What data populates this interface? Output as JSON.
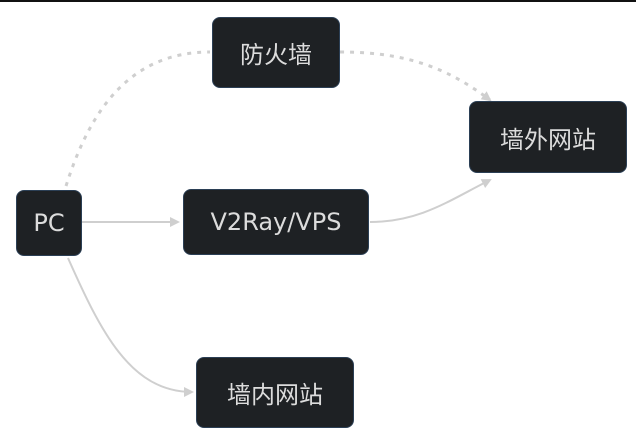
{
  "diagram": {
    "nodes": {
      "pc": "PC",
      "firewall": "防火墙",
      "v2ray": "V2Ray/VPS",
      "outside": "墙外网站",
      "inside": "墙内网站"
    },
    "edges": [
      {
        "from": "PC",
        "to": "防火墙",
        "style": "dashed"
      },
      {
        "from": "防火墙",
        "to": "墙外网站",
        "style": "dashed"
      },
      {
        "from": "PC",
        "to": "V2Ray/VPS",
        "style": "solid"
      },
      {
        "from": "V2Ray/VPS",
        "to": "墙外网站",
        "style": "solid"
      },
      {
        "from": "PC",
        "to": "墙内网站",
        "style": "solid"
      }
    ],
    "colors": {
      "node_bg": "#1e2124",
      "node_text": "#dcdcdc",
      "edge": "#cfcfcf"
    }
  }
}
